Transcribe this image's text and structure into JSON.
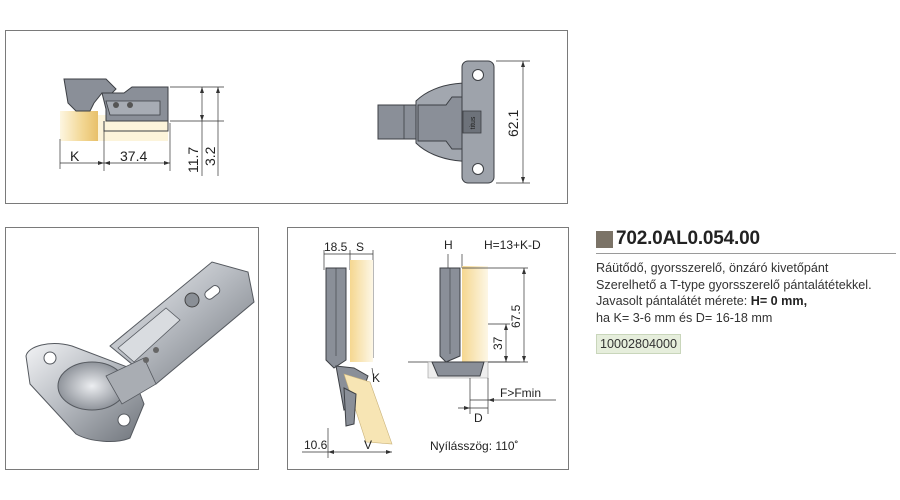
{
  "top_drawing": {
    "dim_k": "K",
    "dim_width": "37.4",
    "dim_depth": "11.7",
    "dim_offset": "3.2",
    "dim_height": "62.1",
    "brand_mark": "titus"
  },
  "install_drawing": {
    "dim_18_5": "18.5",
    "dim_s": "S",
    "dim_k": "K",
    "dim_10_6": "10.6",
    "dim_v": "V",
    "dim_h": "H",
    "formula": "H=13+K-D",
    "dim_67_5": "67.5",
    "dim_37": "37",
    "dim_f": "F>Fmin",
    "dim_d": "D",
    "opening_angle": "Nyílásszög: 110˚"
  },
  "product": {
    "code": "702.0AL0.054.00",
    "line1": "Ráütődő, gyorsszerelő, önzáró kivetőpánt",
    "line2": "Szerelhető a T-type gyorsszerelő pántalátétekkel.",
    "line3_prefix": "Javasolt pántalátét mérete: ",
    "line3_bold": "H= 0 mm,",
    "line4": "ha K= 3-6 mm és D= 16-18 mm",
    "article_number": "10002804000"
  },
  "colors": {
    "hinge_fill": "#8a8f98",
    "hinge_stroke": "#3c3f44",
    "wood": "#f3dfa8",
    "accent_square": "#7b7367",
    "badge_bg": "#e6eedc"
  }
}
